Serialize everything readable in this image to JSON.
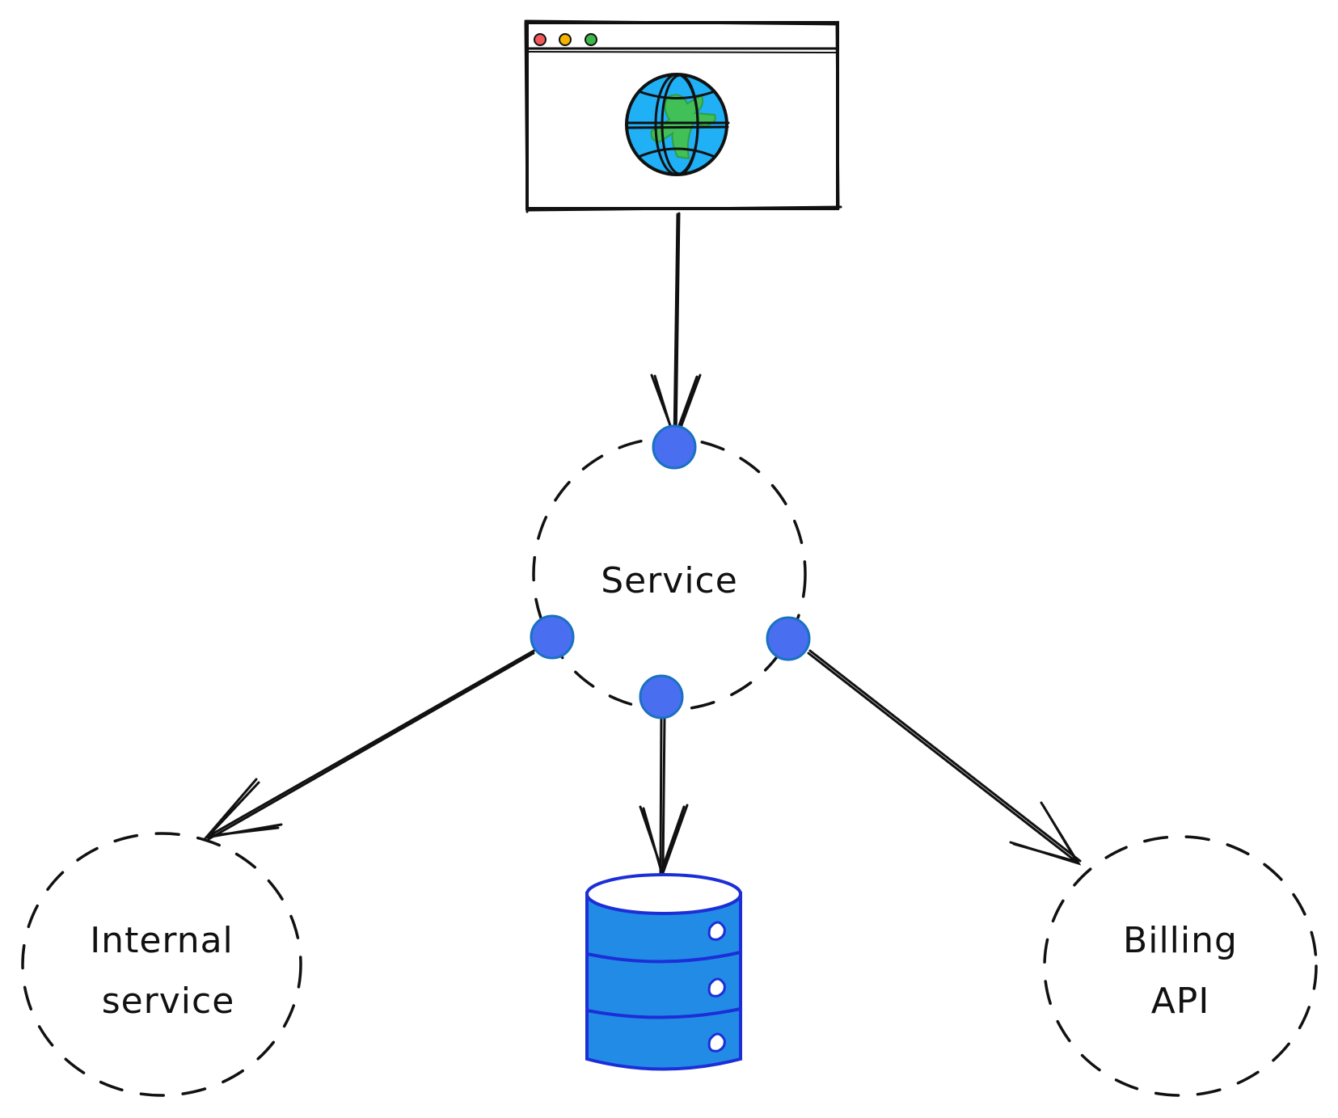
{
  "diagram": {
    "nodes": {
      "browser": {
        "label": "",
        "icon": "browser-window-globe",
        "dots": [
          "#f05a5a",
          "#f5b400",
          "#3cb84a"
        ],
        "globe_water": "#1fb0f5",
        "globe_land": "#40c057"
      },
      "service": {
        "label": "Service",
        "shape": "dashed-circle"
      },
      "internal": {
        "label_line1": "Internal",
        "label_line2": "service",
        "shape": "dashed-circle"
      },
      "database": {
        "label": "",
        "icon": "database-cylinder",
        "fill": "#228be6",
        "stroke": "#1c2fd6"
      },
      "billing": {
        "label_line1": "Billing",
        "label_line2": "API",
        "shape": "dashed-circle"
      }
    },
    "ports": {
      "color": "#4a6ef0",
      "stroke": "#1971c2",
      "count": 4
    },
    "edges": [
      {
        "from": "browser",
        "to": "service"
      },
      {
        "from": "service",
        "to": "internal"
      },
      {
        "from": "service",
        "to": "database"
      },
      {
        "from": "service",
        "to": "billing"
      }
    ]
  }
}
